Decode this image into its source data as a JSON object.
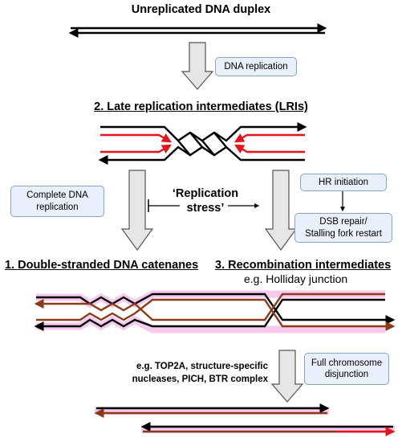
{
  "titles": {
    "unreplicated": "Unreplicated DNA duplex",
    "late": "2. Late replication intermediates (LRIs)",
    "catenanes": "1. Double-stranded DNA catenanes",
    "recombination": "3. Recombination intermediates",
    "recombination_sub": "e.g. Holliday junction"
  },
  "boxes": {
    "dna_replication": "DNA replication",
    "complete_line1": "Complete DNA",
    "complete_line2": "replication",
    "hr_initiation": "HR initiation",
    "dsb_line1": "DSB repair/",
    "dsb_line2": "Stalling fork restart",
    "full_line1": "Full chromosome",
    "full_line2": "disjunction"
  },
  "stress": {
    "line1": "‘Replication",
    "line2": "stress’"
  },
  "resolution_note": {
    "line1": "e.g. TOP2A, structure-specific",
    "line2": "nucleases, PICH,  BTR complex"
  },
  "colors": {
    "strand_black": "#000000",
    "strand_red": "#e0161b",
    "strand_brown": "#8b3a1a",
    "halo": "#f7c9ee",
    "arrow_fill": "#e6e6e6",
    "arrow_stroke": "#555555",
    "box_fill": "#e8f0fa",
    "box_border": "#8aa5c4"
  }
}
